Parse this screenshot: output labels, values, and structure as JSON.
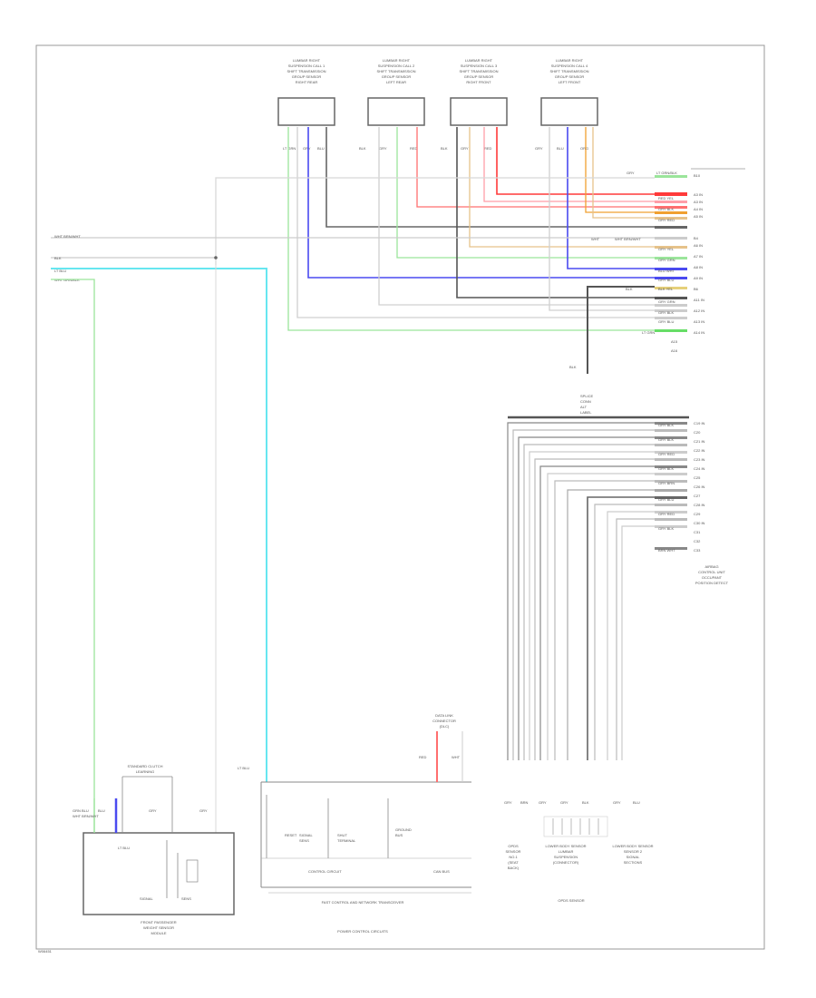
{
  "figure_code": "W06451",
  "top_connectors": [
    {
      "id": "lhr",
      "label": [
        "LUMBAR RIGHT",
        "SUSPENSION CALL 1",
        "SHIFT TRANSMISSION",
        "GROUP SENSOR",
        "RIGHT REAR"
      ],
      "pins": [
        "LT GRN",
        "GRY",
        "BLU"
      ]
    },
    {
      "id": "lhr2",
      "label": [
        "LUMBAR RIGHT",
        "SUSPENSION CALL 2",
        "SHIFT TRANSMISSION",
        "GROUP SENSOR",
        "LEFT REAR"
      ],
      "pins": [
        "BLK",
        "GRY",
        "RED"
      ]
    },
    {
      "id": "lhf",
      "label": [
        "LUMBAR RIGHT",
        "SUSPENSION CALL 3",
        "SHIFT TRANSMISSION",
        "GROUP SENSOR",
        "RIGHT FRONT"
      ],
      "pins": [
        "BLK",
        "GRY",
        "RED"
      ]
    },
    {
      "id": "lhf2",
      "label": [
        "LUMBAR RIGHT",
        "SUSPENSION CALL 4",
        "SHIFT TRANSMISSION",
        "GROUP SENSOR",
        "LEFT FRONT"
      ],
      "pins": [
        "GRY",
        "BLU",
        "ORG"
      ]
    }
  ],
  "left_labels": [
    "WHT BRN/WHT",
    "BLK",
    "LT BLU",
    "WHT GRN/BLK"
  ],
  "top_harness_pins": [
    {
      "wire": "GRY",
      "color": "LT GRN/BLK",
      "pin": "B10"
    },
    {
      "wire": "",
      "color": "RED",
      "pin": "A3 IN"
    },
    {
      "wire": "",
      "color": "RED YEL",
      "pin": "A3 IN"
    },
    {
      "wire": "",
      "color": "GRY BLK",
      "pin": "A4 IN"
    },
    {
      "wire": "",
      "color": "GRY RED",
      "pin": "A5 IN"
    },
    {
      "wire": "WHT",
      "color": "WHT BRN/WHT",
      "pin": "B4"
    },
    {
      "wire": "",
      "color": "GRY YEL",
      "pin": "A6 IN"
    },
    {
      "wire": "",
      "color": "GRY GRN",
      "pin": "A7 IN"
    },
    {
      "wire": "",
      "color": "BLU WHT",
      "pin": "A8 IN"
    },
    {
      "wire": "",
      "color": "GRY BLU",
      "pin": "A9 IN"
    },
    {
      "wire": "BLK",
      "color": "BLK YEL",
      "pin": "B6"
    },
    {
      "wire": "",
      "color": "GRY GRN",
      "pin": "A11 IN"
    },
    {
      "wire": "",
      "color": "GRY BLK",
      "pin": "A12 IN"
    },
    {
      "wire": "",
      "color": "GRY BLU",
      "pin": "A13 IN"
    },
    {
      "wire": "",
      "color": "LT GRN",
      "pin": "A14 IN"
    },
    {
      "wire": "",
      "color": "",
      "pin": "A15"
    },
    {
      "wire": "",
      "color": "",
      "pin": "A16"
    }
  ],
  "splice_label": [
    "BLK",
    "SPLICE",
    "CONN",
    "ALT",
    "LABEL"
  ],
  "lower_harness_pins": [
    {
      "color": "GRY BLK",
      "pin": "C19 IN"
    },
    {
      "color": "GRY WHT",
      "pin": "C20"
    },
    {
      "color": "GRY BLK",
      "pin": "C21 IN"
    },
    {
      "color": "GRY YEL",
      "pin": "C22 IN"
    },
    {
      "color": "GRY RED",
      "pin": "C23 IN"
    },
    {
      "color": "GRY BLU",
      "pin": "C24 IN"
    },
    {
      "color": "GRY BLK",
      "pin": "C25"
    },
    {
      "color": "GRY WHT",
      "pin": "C26 IN"
    },
    {
      "color": "GRY BRN",
      "pin": "C27"
    },
    {
      "color": "GRY GRN",
      "pin": "C28 IN"
    },
    {
      "color": "GRY BLU",
      "pin": "C29"
    },
    {
      "color": "GRY YEL",
      "pin": "C30 IN"
    },
    {
      "color": "GRY RED",
      "pin": "C31"
    },
    {
      "color": "GRY BLK",
      "pin": "C32"
    },
    {
      "color": "BRN WHT",
      "pin": "C33"
    }
  ],
  "ecu_label": [
    "AIRBAG",
    "CONTROL UNIT",
    "OCCUPANT",
    "POSITION DETECT"
  ],
  "bottom_left_module": {
    "title": [
      "FRONT PASSENGER",
      "WEIGHT SENSOR",
      "MODULE"
    ],
    "top_label": [
      "STANDARD CLUTCH",
      "LEARNING"
    ],
    "pins": [
      "GRN BLU",
      "BLU",
      "GRY",
      "GRY"
    ],
    "inner": [
      "LT BLU",
      "SIGNAL",
      "SENS"
    ],
    "wires": [
      "WHT BRN/WHT"
    ]
  },
  "middle_module": {
    "title": "FAST CONTROL AND NETWORK TRANSCEIVER",
    "sub": "CONTROL CIRCUIT",
    "net": "CAN BUS",
    "inner": [
      "RESET",
      "SIGNAL",
      "SENS",
      "SHUT",
      "TERMINAL",
      "GROUND",
      "BUS"
    ],
    "top_pin": "LT BLU",
    "right_label": [
      "DATA LINK",
      "CONNECTOR",
      "(DLC)"
    ],
    "right_pins": [
      "RED",
      "WHT"
    ],
    "footer": "POWER CONTROL CIRCUITS"
  },
  "bottom_right": {
    "caption": "OPDS SENSOR",
    "groups": [
      {
        "label": [
          "OPDS",
          "SENSOR",
          "NO.1",
          "(SEAT",
          "BACK)"
        ]
      },
      {
        "label": [
          "LOWER BODY SENSOR",
          "LUMBAR",
          "SUSPENSION",
          "(CONNECTOR)"
        ]
      },
      {
        "label": [
          "LOWER BODY SENSOR",
          "SENSOR 2",
          "SIGNAL",
          "SECTIONS"
        ]
      }
    ],
    "pins": [
      "GRY",
      "BRN",
      "GRY",
      "GRY",
      "BLK",
      "GRY",
      "BLU"
    ]
  },
  "colors": {
    "lt_grn": "#9be59b",
    "grn": "#66dd66",
    "blu": "#4a4af0",
    "lt_blu": "#66e6f0",
    "red": "#ff3a3a",
    "pink": "#ff9ea8",
    "org": "#f0a030",
    "tan": "#e6c28a",
    "blk": "#555555",
    "gry": "#bbbbbb",
    "lt_gry": "#d8d8d8",
    "frame": "#999999"
  }
}
